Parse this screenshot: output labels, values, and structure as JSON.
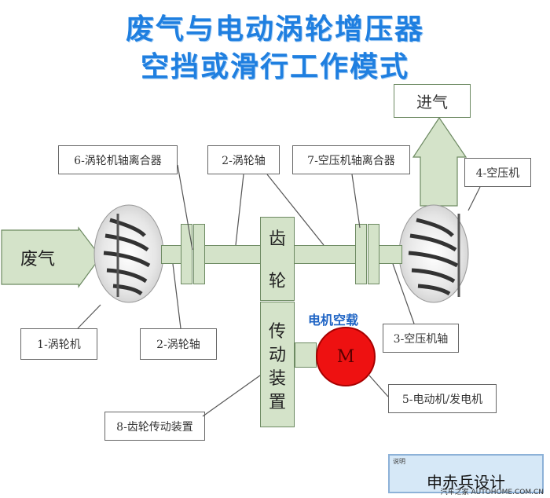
{
  "title": {
    "line1": "废气与电动涡轮增压器",
    "line2": "空挡或滑行工作模式"
  },
  "flow": {
    "exhaust": "废气",
    "intake": "进气"
  },
  "gear_box": {
    "gear_char1": "齿",
    "gear_char2": "轮",
    "drive_char1": "传",
    "drive_char2": "动",
    "drive_char3": "装",
    "drive_char4": "置"
  },
  "motor": {
    "symbol": "M",
    "caption": "电机空载"
  },
  "labels": {
    "turbine_clutch": "6-涡轮机轴离合器",
    "turbine_shaft_top": "2-涡轮轴",
    "compressor_clutch": "7-空压机轴离合器",
    "compressor": "4-空压机",
    "turbine": "1-涡轮机",
    "turbine_shaft_bottom": "2-涡轮轴",
    "compressor_shaft": "3-空压机轴",
    "motor_generator": "5-电动机/发电机",
    "gear_drive": "8-齿轮传动装置"
  },
  "designer": {
    "small_label": "说明",
    "name": "申赤兵设计"
  },
  "watermark": "汽车之家 AUTOHOME.COM.CN",
  "colors": {
    "title": "#1f7fe0",
    "component_fill": "#d4e3c9",
    "motor": "#ee1111",
    "motor_caption": "#1d63c4"
  }
}
